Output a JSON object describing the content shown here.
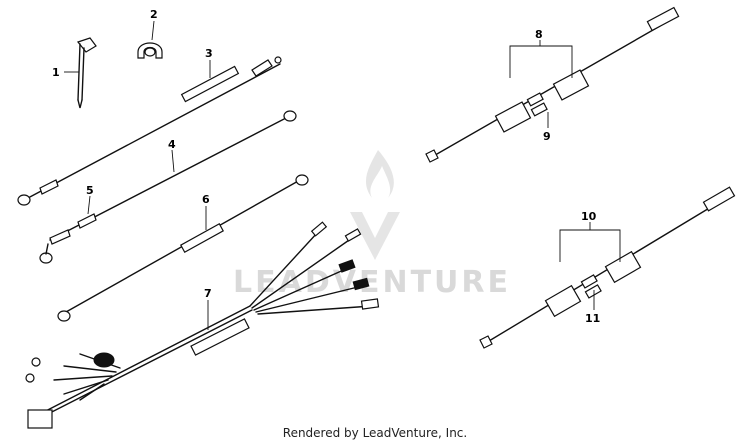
{
  "callouts": {
    "c1": "1",
    "c2": "2",
    "c3": "3",
    "c4": "4",
    "c5": "5",
    "c6": "6",
    "c7": "7",
    "c8": "8",
    "c9": "9",
    "c10": "10",
    "c11": "11"
  },
  "watermark": {
    "text": "LEADVENTURE"
  },
  "footer": {
    "text": "Rendered by LeadVenture, Inc."
  }
}
